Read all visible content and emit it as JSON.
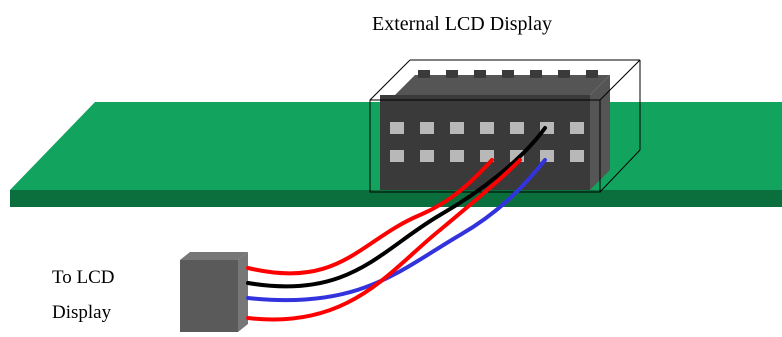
{
  "labels": {
    "external_display": "External LCD Display",
    "to_lcd_line1": "To LCD",
    "to_lcd_line2": "Display"
  },
  "colors": {
    "board_top": "#12a35e",
    "board_front": "#0a6f3d",
    "board_edge": "#087a43",
    "connector_body": "#3a3a3a",
    "connector_side": "#555555",
    "pin": "#b8b8b8",
    "plug_body": "#5a5a5a",
    "plug_front": "#777777",
    "wire_red": "#ff0000",
    "wire_black": "#000000",
    "wire_blue": "#3333dd"
  },
  "connector": {
    "rows": 2,
    "columns": 7
  },
  "wires": [
    "red",
    "black",
    "blue",
    "red"
  ]
}
